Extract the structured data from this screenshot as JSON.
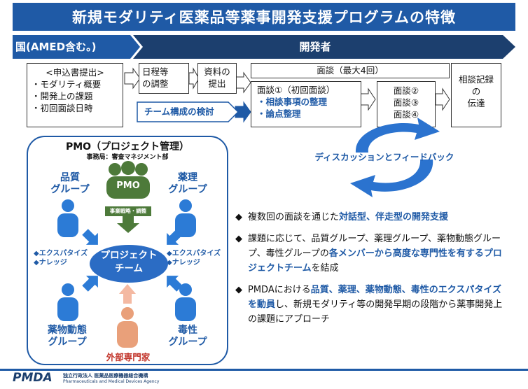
{
  "title": "新規モダリティ医薬品等薬事開発支援プログラムの特徴",
  "row": {
    "left_label": "国(AMED含む。)",
    "right_label": "開発者"
  },
  "flow": {
    "application": {
      "heading": "<申込書提出>",
      "items": [
        "・モダリティ概要",
        "・開発上の課題",
        "・初回面談日時"
      ]
    },
    "schedule": [
      "日程等",
      "の調整"
    ],
    "materials": [
      "資料の",
      "提出"
    ],
    "team": "チーム構成の検討",
    "consult_max": "面談（最大4回）",
    "consult1": {
      "heading": "面談①（初回面談）",
      "items": [
        "・相談事項の整理",
        "・論点整理"
      ]
    },
    "consult234": [
      "面談②",
      "面談③",
      "面談④"
    ],
    "record": [
      "相談記録",
      "の",
      "伝達"
    ],
    "cycle_label": "ディスカッションとフィードバック"
  },
  "pmo": {
    "title": "PMO（プロジェクト管理）",
    "subtitle": "事務局：審査マネジメント部",
    "center_icon": "PMO",
    "strategy_label": "事業戦略・調整",
    "project_team": [
      "プロジェクト",
      "チーム"
    ],
    "groups": {
      "quality": [
        "品質",
        "グループ"
      ],
      "pharmacology": [
        "薬理",
        "グループ"
      ],
      "pk": [
        "薬物動態",
        "グループ"
      ],
      "toxicity": [
        "毒性",
        "グループ"
      ]
    },
    "expertise": [
      "◆エクスパタイズ",
      "◆ナレッジ"
    ],
    "external": "外部専門家"
  },
  "bullets": [
    {
      "marker": "◆",
      "parts": [
        {
          "t": "複数回の面談を通じた",
          "hl": false
        },
        {
          "t": "対話型、伴走型の開発支援",
          "hl": true
        }
      ]
    },
    {
      "marker": "◆",
      "parts": [
        {
          "t": "課題に応じて、品質グループ、薬理グループ、薬物動態グループ、毒性グループの",
          "hl": false
        },
        {
          "t": "各メンバーから高度な専門性を有するプロジェクトチーム",
          "hl": true
        },
        {
          "t": "を結成",
          "hl": false
        }
      ]
    },
    {
      "marker": "◆",
      "parts": [
        {
          "t": "PMDAにおける",
          "hl": false
        },
        {
          "t": "品質、薬理、薬物動態、毒性のエクスパタイズを動員",
          "hl": true
        },
        {
          "t": "し、新規モダリティ等の開発早期の段階から薬事開発上の課題にアプローチ",
          "hl": false
        }
      ]
    }
  ],
  "footer": {
    "logo": "PMDA",
    "org_ja": "独立行政法人 医薬品医療機器総合機構",
    "org_en": "Pharmaceuticals and Medical Devices Agency"
  },
  "colors": {
    "accent": "#1f5aa6",
    "dark_arrow": "#1c3f6e",
    "person_blue": "#2c7bd6",
    "pmo_green": "#4d7a3a",
    "external_orange": "#e9a07a"
  }
}
